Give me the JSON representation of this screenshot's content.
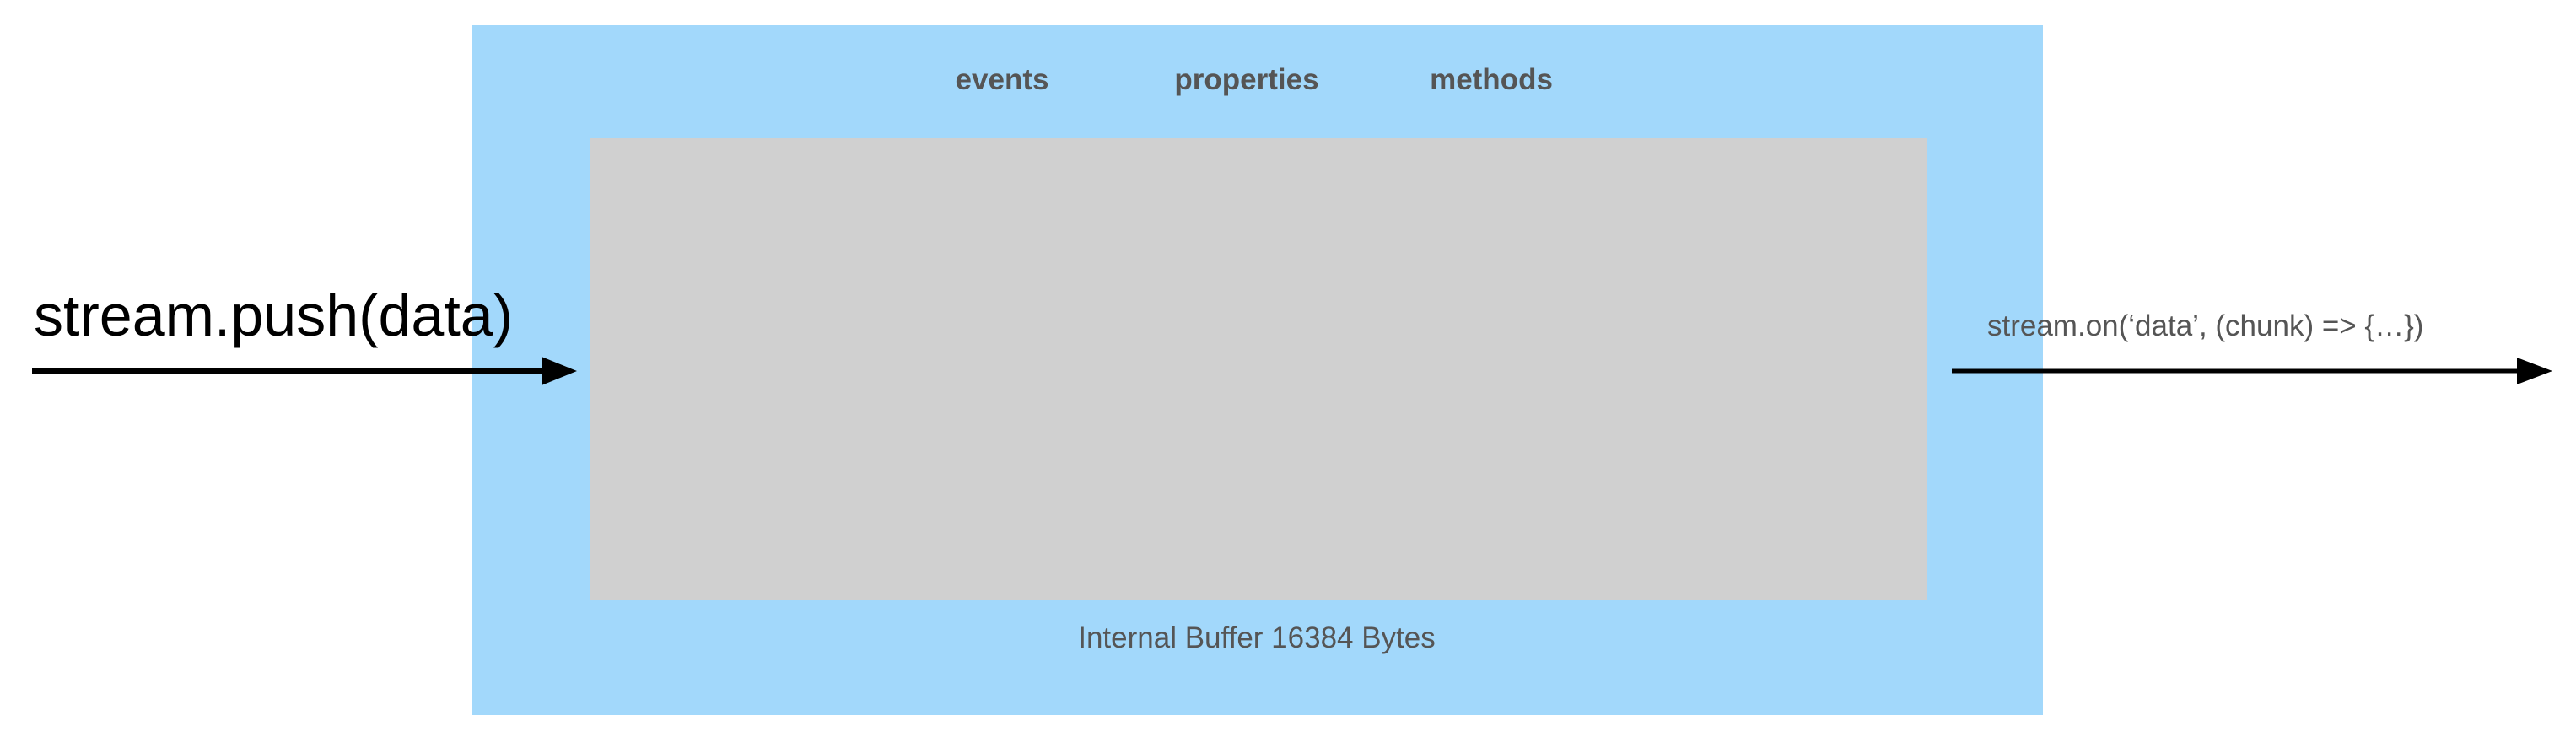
{
  "diagram": {
    "tabs": {
      "events": "events",
      "properties": "properties",
      "methods": "methods"
    },
    "buffer_caption": "Internal Buffer 16384 Bytes",
    "input_label": "stream.push(data)",
    "output_label": "stream.on(‘data’, (chunk) => {…})",
    "colors": {
      "stream_box": "#a2d8fb",
      "buffer": "#d0d0d0",
      "arrow": "#000000",
      "text_dark": "#555555"
    }
  }
}
